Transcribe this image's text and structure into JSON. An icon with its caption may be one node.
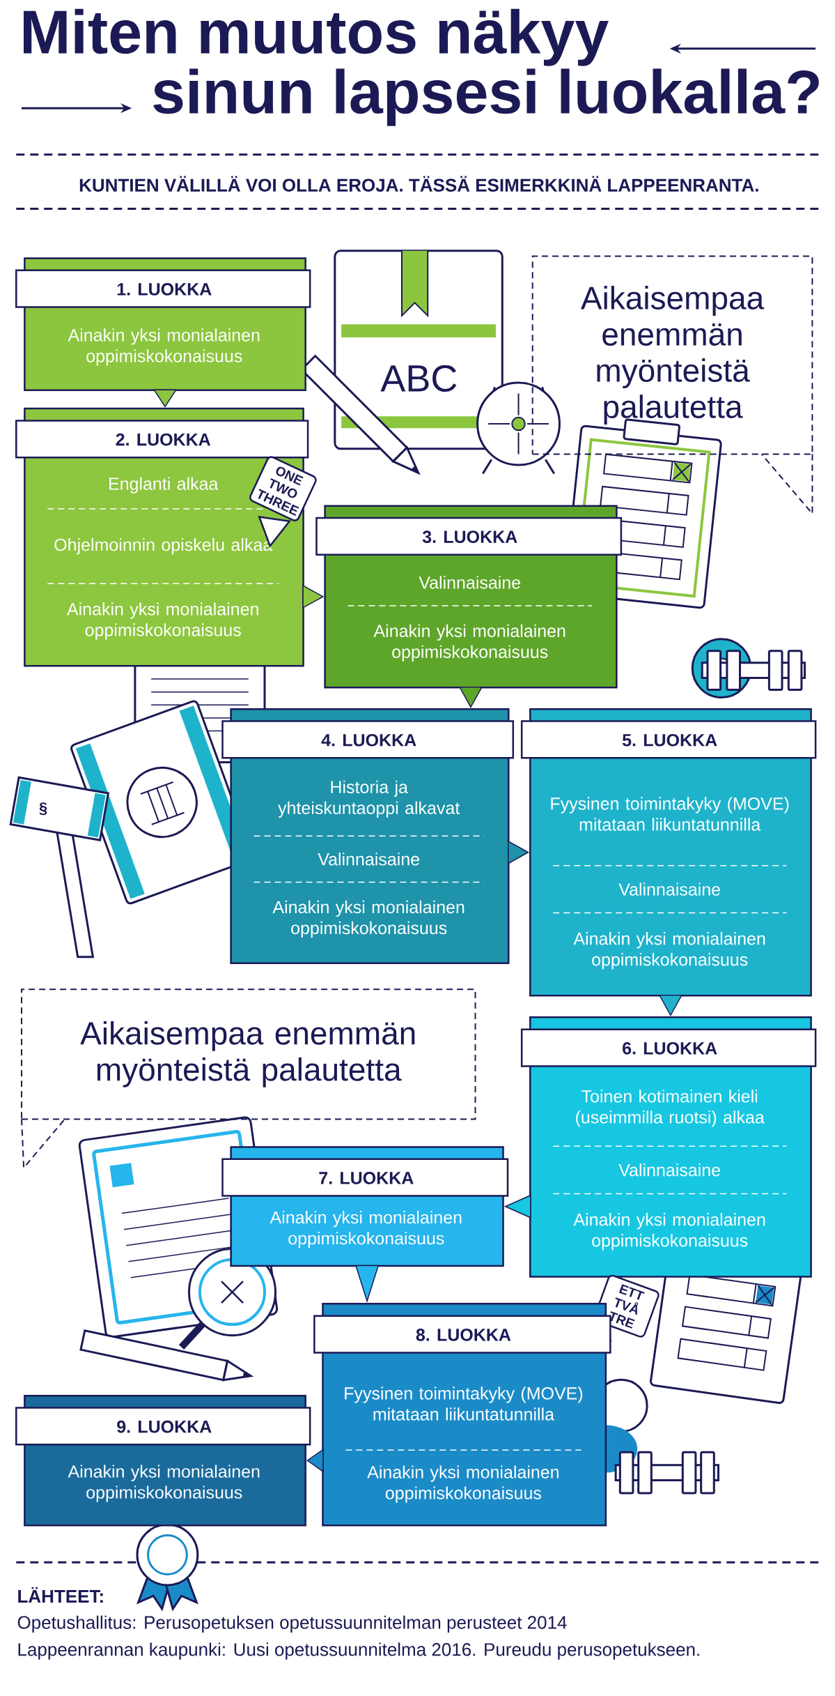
{
  "diagram": {
    "title": "Miten muutos näkyy sinun lapsesi luokalla?",
    "nodes": [
      {
        "text": [
          "1. LUOKKA",
          "Ainakin yksi monialainen oppimiskokonaisuus"
        ]
      },
      {
        "text": [
          "Aikaisempaa enemmän myönteistä palautetta"
        ]
      },
      {
        "text": [
          "2. LUOKKA",
          "Englanti alkaa",
          "Ohjelmoinnin opiskelu alkaa",
          "Ainakin yksi monialainen oppimiskokonaisuus"
        ]
      },
      {
        "text": [
          "ONE TWO THREE"
        ]
      },
      {
        "text": [
          "3. LUOKKA",
          "Valinnaisaine",
          "Ainakin yksi monialainen oppimiskokonaisuus"
        ]
      },
      {
        "text": [
          "4. LUOKKA",
          "Historia ja yhteiskuntaoppi alkavat",
          "Valinnaisaine",
          "Ainakin yksi monialainen oppimiskokonaisuus"
        ]
      },
      {
        "text": [
          "5. LUOKKA",
          "Fyysinen toimintakyky (MOVE) mitataan liikuntatunnilla",
          "Valinnaisaine",
          "Ainakin yksi monialainen oppimiskokonaisuus"
        ]
      },
      {
        "text": [
          "Aikaisempaa enemmän myönteistä palautetta"
        ]
      },
      {
        "text": [
          "6. LUOKKA",
          "Toinen kotimainen kieli (useimmilla ruotsi) alkaa",
          "Valinnaisaine",
          "Ainakin yksi monialainen oppimiskokonaisuus"
        ]
      },
      {
        "text": [
          "7. LUOKKA",
          "Ainakin yksi monialainen oppimiskokonaisuus"
        ]
      },
      {
        "text": [
          "ETT TVÅ TRE"
        ]
      },
      {
        "text": [
          "8. LUOKKA",
          "Fyysinen toimintakyky (MOVE) mitataan liikuntatunnilla",
          "Ainakin yksi monialainen oppimiskokonaisuus"
        ]
      },
      {
        "text": [
          "9. LUOKKA",
          "Ainakin yksi monialainen oppimiskokonaisuus"
        ]
      }
    ],
    "edges": [
      {
        "from": 0,
        "to": 2,
        "arrow": "to"
      },
      {
        "from": 2,
        "to": 4,
        "arrow": "to"
      },
      {
        "from": 4,
        "to": 5,
        "arrow": "to"
      },
      {
        "from": 5,
        "to": 6,
        "arrow": "to"
      },
      {
        "from": 6,
        "to": 8,
        "arrow": "to"
      },
      {
        "from": 8,
        "to": 9,
        "arrow": "to"
      },
      {
        "from": 9,
        "to": 11,
        "arrow": "to"
      },
      {
        "from": 11,
        "to": 12,
        "arrow": "to"
      }
    ],
    "labels": [
      "KUNTIEN VÄLILLÄ VOI OLLA EROJA. TÄSSÄ ESIMERKKINÄ LAPPEENRANTA.",
      "ABC",
      "§",
      "LÄHTEET:",
      "Opetushallitus: Perusopetuksen opetussuunnitelman perusteet 2014",
      "Lappeenrannan kaupunki: Uusi opetussuunnitelma 2016. Pureudu perusopetukseen."
    ]
  }
}
